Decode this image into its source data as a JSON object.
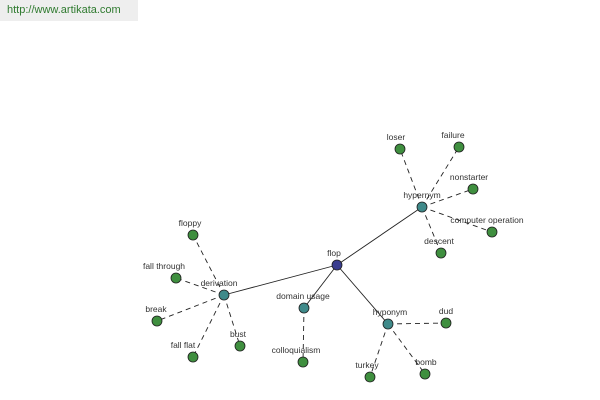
{
  "watermark": {
    "url": "http://www.artikata.com"
  },
  "colors": {
    "root": "#3a3d8f",
    "relation": "#3f8a8a",
    "leaf": "#3f8f3f",
    "edge": "#222222",
    "label": "#333333"
  },
  "graph": {
    "root": {
      "id": "flop",
      "label": "flop"
    },
    "relations": [
      {
        "id": "hypernym",
        "label": "hypernym",
        "terms": [
          "loser",
          "failure",
          "nonstarter",
          "computer operation",
          "descent"
        ]
      },
      {
        "id": "derivation",
        "label": "derivation",
        "terms": [
          "floppy",
          "fall through",
          "break",
          "fall flat",
          "bust"
        ]
      },
      {
        "id": "domain-usage",
        "label": "domain usage",
        "terms": [
          "colloquialism"
        ]
      },
      {
        "id": "hyponym",
        "label": "hyponym",
        "terms": [
          "dud",
          "turkey",
          "bomb"
        ]
      }
    ]
  }
}
